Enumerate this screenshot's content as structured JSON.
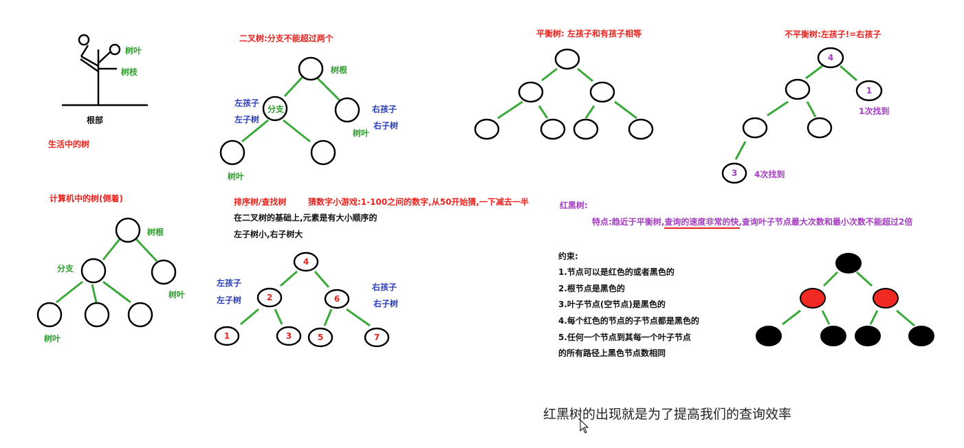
{
  "life_tree": {
    "leaf_label": "树叶",
    "branch_label": "树枝",
    "root_label": "根部",
    "caption": "生活中的树"
  },
  "computer_tree": {
    "title": "计算机中的树(倒着)",
    "root_label": "树根",
    "branch_label": "分支",
    "leaf_right": "树叶",
    "leaf_left": "树叶"
  },
  "binary_tree": {
    "title": "二叉树:分支不能超过两个",
    "root_label": "树根",
    "left_child": "左孩子",
    "left_subtree": "左子树",
    "branch_label": "分支",
    "right_child": "右孩子",
    "right_subtree": "右子树",
    "leaf_right": "树叶",
    "leaf_bottom": "树叶"
  },
  "search_tree": {
    "title": "排序树/查找树",
    "game": "猜数字小游戏:1-100之间的数字,从50开始猜,一下减去一半",
    "desc1": "在二叉树的基础上,元素是有大小顺序的",
    "desc2": "左子树小,右子树大",
    "left_child": "左孩子",
    "left_subtree": "左子树",
    "right_child": "右孩子",
    "right_subtree": "右子树",
    "nodes": [
      "4",
      "2",
      "6",
      "1",
      "3",
      "5",
      "7"
    ]
  },
  "balanced_tree": {
    "title": "平衡树: 左孩子和有孩子相等"
  },
  "unbalanced_tree": {
    "title": "不平衡树:左孩子!=右孩子",
    "root": "4",
    "right_node": "1",
    "deep_node": "3",
    "found1": "1次找到",
    "found4": "4次找到"
  },
  "rb_tree": {
    "title": "红黑树:",
    "feature_prefix": "特点:趋近于平衡树,",
    "feature_highlight": "查询的速度非常的快",
    "feature_suffix": ",查询叶子节点最大次数和最小次数不能超过2倍",
    "constraints_title": "约束:",
    "rules": [
      "1.节点可以是红色的或者黑色的",
      "2.根节点是黑色的",
      "3.叶子节点(空节点)是黑色的",
      "4.每个红色的节点的子节点都是黑色的",
      "5.任何一个节点到其每一个叶子节点",
      "的所有路径上黑色节点数相同"
    ],
    "colors": {
      "red": "#f02a22",
      "black": "#000000"
    }
  },
  "subtitle": "红黑树的出现就是为了提高我们的查询效率"
}
